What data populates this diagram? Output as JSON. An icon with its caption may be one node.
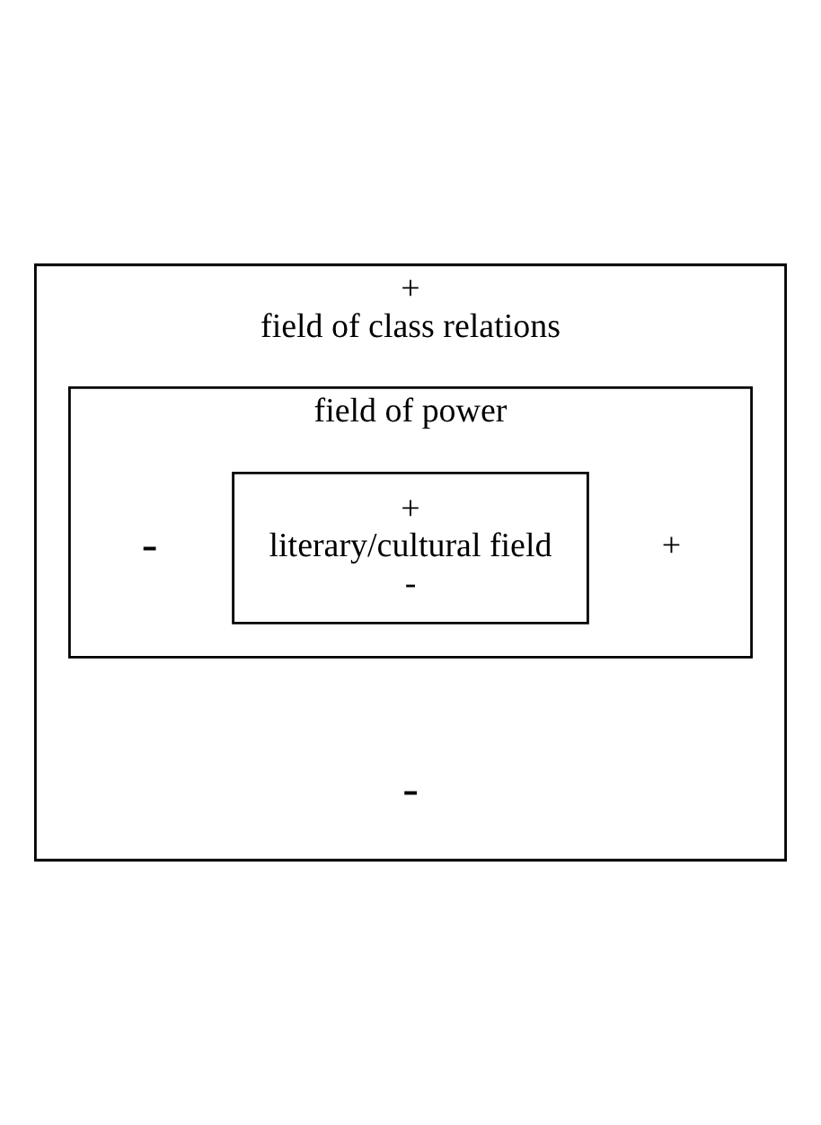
{
  "diagram": {
    "nodes": [
      {
        "text": [
          "+",
          "field of class relations",
          "-"
        ]
      },
      {
        "text": [
          "field of power"
        ],
        "in": 0,
        "beside": [
          "-",
          "+"
        ]
      },
      {
        "text": [
          "+",
          "literary/cultural field",
          "-"
        ],
        "in": 1
      }
    ]
  }
}
